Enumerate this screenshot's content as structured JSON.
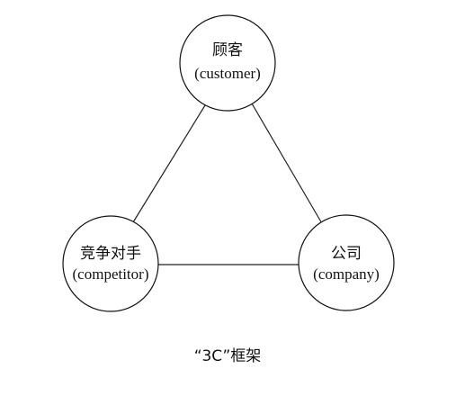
{
  "nodes": {
    "customer": {
      "label": "顾客",
      "sublabel": "(customer)"
    },
    "competitor": {
      "label": "竞争对手",
      "sublabel": "(competitor)"
    },
    "company": {
      "label": "公司",
      "sublabel": "(company)"
    }
  },
  "edges": [
    {
      "from": "customer",
      "to": "competitor"
    },
    {
      "from": "customer",
      "to": "company"
    },
    {
      "from": "competitor",
      "to": "company"
    }
  ],
  "caption": "“3C”框架"
}
